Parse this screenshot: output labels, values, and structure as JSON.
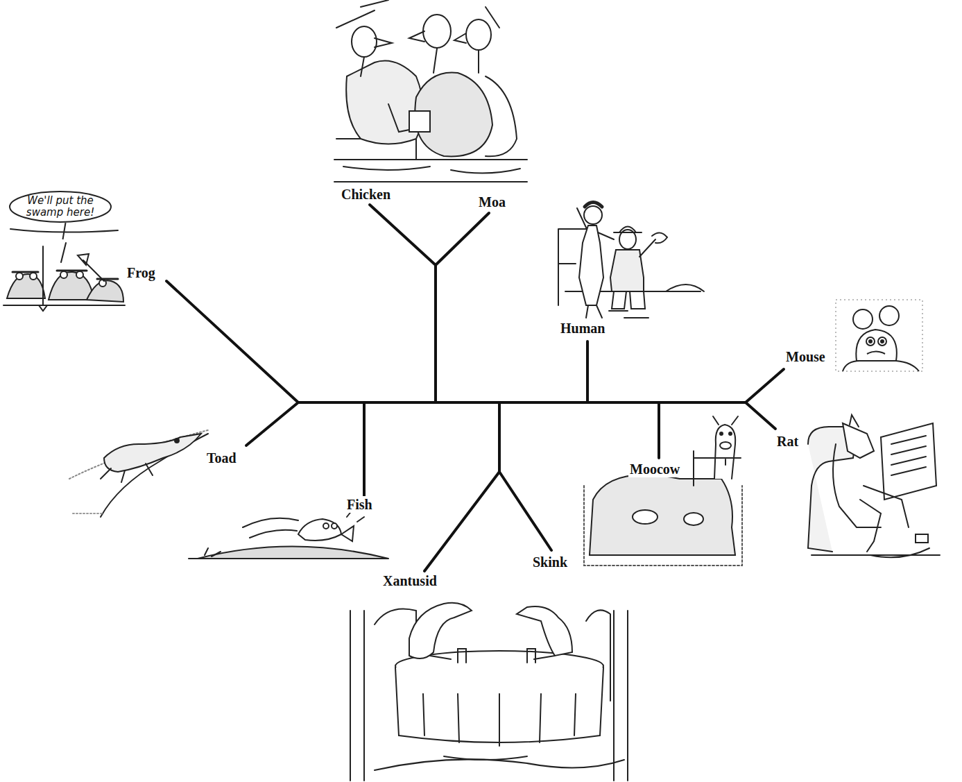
{
  "diagram": {
    "nodes": [
      {
        "text": [
          "We'll put the swamp here!"
        ]
      }
    ],
    "labels": [
      "Chicken",
      "Moa",
      "Frog",
      "Human",
      "Mouse",
      "Rat",
      "Moocow",
      "Toad",
      "Fish",
      "Skink",
      "Xantusid"
    ]
  }
}
